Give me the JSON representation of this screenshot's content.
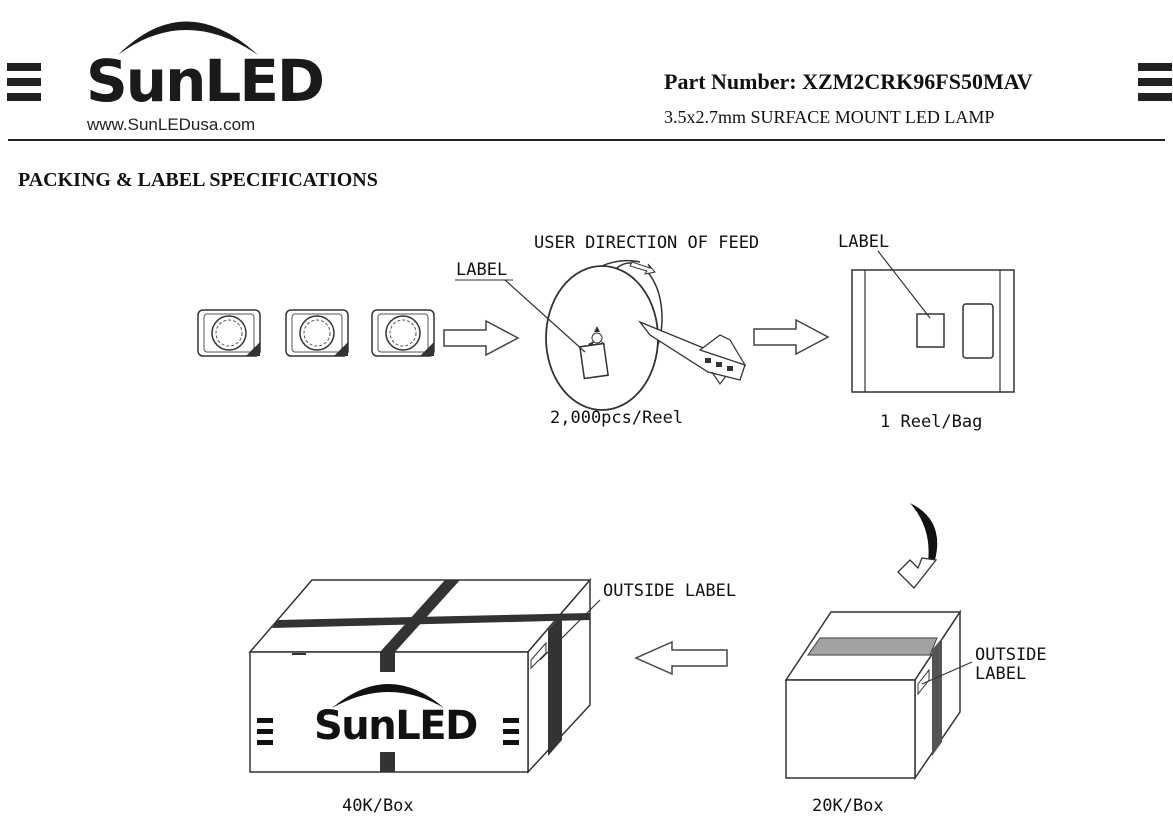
{
  "header": {
    "brand": "SunLED",
    "website": "www.SunLEDusa.com",
    "part_number_label": "Part Number:",
    "part_number": "XZM2CRK96FS50MAV",
    "description": "3.5x2.7mm SURFACE MOUNT LED LAMP"
  },
  "section_title": "PACKING & LABEL SPECIFICATIONS",
  "diagram": {
    "feed_direction": "USER DIRECTION OF FEED",
    "reel_label": "LABEL",
    "bag_label": "LABEL",
    "reel_caption": "2,000pcs/Reel",
    "bag_caption": "1 Reel/Bag",
    "big_box_label": "OUTSIDE LABEL",
    "small_box_label_line1": "OUTSIDE",
    "small_box_label_line2": "LABEL",
    "big_box_caption": "40K/Box",
    "small_box_caption": "20K/Box",
    "box_brand": "SunLED"
  }
}
